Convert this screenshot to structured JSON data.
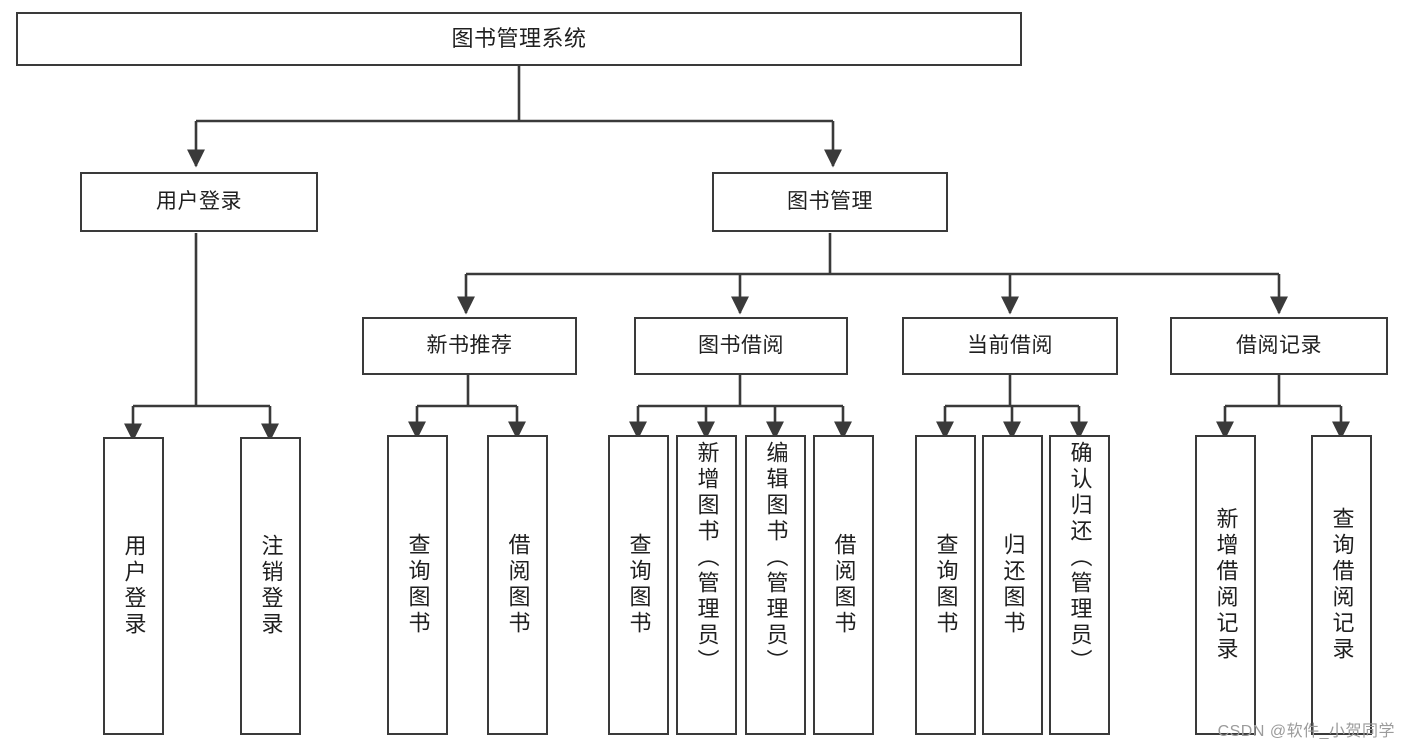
{
  "diagram": {
    "title": "图书管理系统",
    "type": "hierarchy-tree",
    "watermark": "CSDN @软件_小贺同学",
    "colors": {
      "background": "#ffffff",
      "box_border": "#3a3a3a",
      "box_fill": "#ffffff",
      "text": "#1f1f1f",
      "connector": "#3a3a3a",
      "watermark": "#9b9b9b"
    },
    "nodes": {
      "root": {
        "label": "图书管理系统"
      },
      "level2": [
        {
          "id": "user-login",
          "label": "用户登录"
        },
        {
          "id": "book-manage",
          "label": "图书管理"
        }
      ],
      "level3": [
        {
          "id": "new-book-rec",
          "label": "新书推荐"
        },
        {
          "id": "book-borrow",
          "label": "图书借阅"
        },
        {
          "id": "current-borrow",
          "label": "当前借阅"
        },
        {
          "id": "borrow-record",
          "label": "借阅记录"
        }
      ],
      "leaves": {
        "user-login": [
          {
            "id": "leaf-user-login",
            "label": "用户登录"
          },
          {
            "id": "leaf-logout",
            "label": "注销登录"
          }
        ],
        "new-book-rec": [
          {
            "id": "leaf-query-book-1",
            "label": "查询图书"
          },
          {
            "id": "leaf-borrow-book-1",
            "label": "借阅图书"
          }
        ],
        "book-borrow": [
          {
            "id": "leaf-query-book-2",
            "label": "查询图书"
          },
          {
            "id": "leaf-add-book",
            "label": "新增图书（管理员）"
          },
          {
            "id": "leaf-edit-book",
            "label": "编辑图书（管理员）"
          },
          {
            "id": "leaf-borrow-book-2",
            "label": "借阅图书"
          }
        ],
        "current-borrow": [
          {
            "id": "leaf-query-book-3",
            "label": "查询图书"
          },
          {
            "id": "leaf-return-book",
            "label": "归还图书"
          },
          {
            "id": "leaf-confirm-return",
            "label": "确认归还（管理员）"
          }
        ],
        "borrow-record": [
          {
            "id": "leaf-add-record",
            "label": "新增借阅记录"
          },
          {
            "id": "leaf-query-record",
            "label": "查询借阅记录"
          }
        ]
      }
    }
  }
}
